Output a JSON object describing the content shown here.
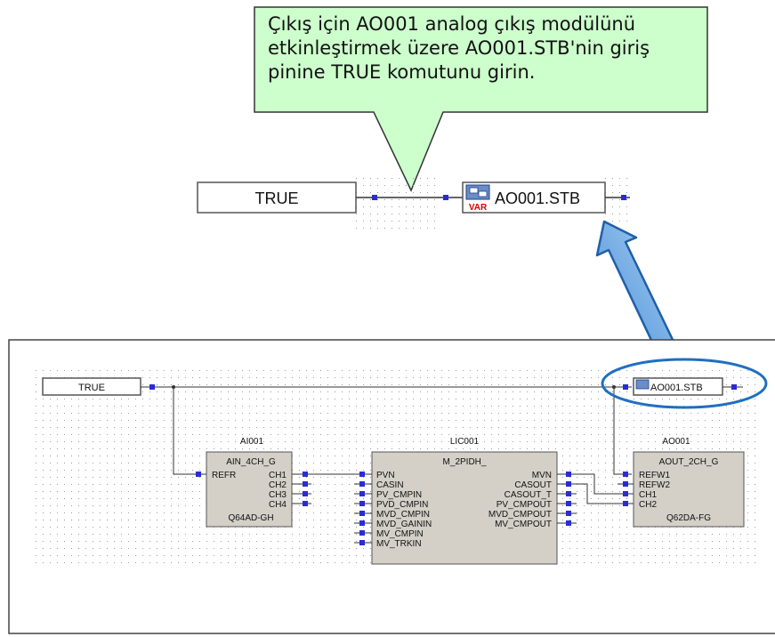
{
  "callout": {
    "lines": [
      "Çıkış için AO001 analog çıkış modülünü",
      "etkinleştirmek üzere AO001.STB'nin giriş",
      "pinine TRUE komutunu girin."
    ]
  },
  "top_detail": {
    "true_const": "TRUE",
    "var_name": "AO001.STB",
    "var_badge": "VAR"
  },
  "diagram": {
    "true_const": "TRUE",
    "var_name": "AO001.STB",
    "blocks": {
      "ai": {
        "tag": "AI001",
        "type": "AIN_4CH_G",
        "inputs": [
          "REFR"
        ],
        "outputs": [
          "CH1",
          "CH2",
          "CH3",
          "CH4"
        ],
        "module": "Q64AD-GH"
      },
      "lic": {
        "tag": "LIC001",
        "type": "M_2PIDH_",
        "inputs": [
          "PVN",
          "CASIN",
          "PV_CMPIN",
          "PVD_CMPIN",
          "MVD_CMPIN",
          "MVD_GAININ",
          "MV_CMPIN",
          "MV_TRKIN"
        ],
        "outputs": [
          "MVN",
          "CASOUT",
          "CASOUT_T",
          "PV_CMPOUT",
          "MVD_CMPOUT",
          "MV_CMPOUT"
        ]
      },
      "ao": {
        "tag": "AO001",
        "type": "AOUT_2CH_G",
        "inputs": [
          "REFW1",
          "REFW2",
          "CH1",
          "CH2"
        ],
        "module": "Q62DA-FG"
      }
    }
  },
  "colors": {
    "callout_fill": "#ccffcc",
    "arrow_fill": "#6aa8e0",
    "arrow_stroke": "#1f5fa8",
    "ellipse": "#1f6fc0",
    "pin": "#2b2bd6",
    "block_fill": "#d4d0c8"
  }
}
